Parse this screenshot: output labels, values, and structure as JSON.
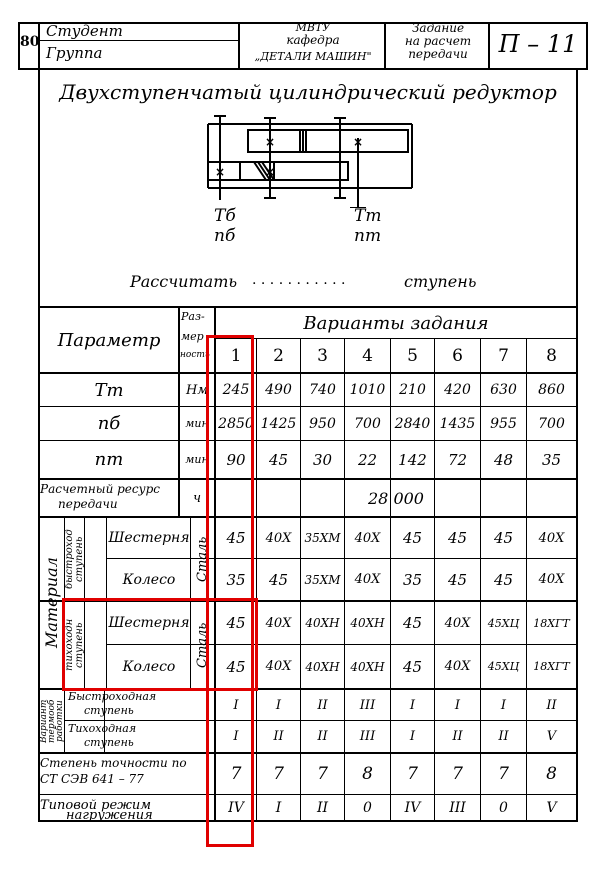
{
  "header": {
    "page_number": "80",
    "student_label": "Студент",
    "group_label": "Группа",
    "institute": "МВТУ",
    "department": "кафедра",
    "department_name": "„ДЕТАЛИ МАШИН\"",
    "task_line1": "Задание",
    "task_line2": "на расчет",
    "task_line3": "передачи",
    "task_code": "П – 11"
  },
  "scheme": {
    "title": "Двухступенчатый цилиндрический редуктор",
    "fast_torque": "Tб",
    "fast_speed": "nб",
    "slow_torque": "Tт",
    "slow_speed": "nт",
    "calc_prefix": "Рассчитать",
    "calc_dots": ". . . . . . . . . . .",
    "calc_suffix": "ступень"
  },
  "table": {
    "param_header": "Параметр",
    "dim_header_1": "Раз-",
    "dim_header_2": "мер",
    "dim_header_3": "ность",
    "variants_header": "Варианты задания",
    "variants": [
      "1",
      "2",
      "3",
      "4",
      "5",
      "6",
      "7",
      "8"
    ],
    "rows": [
      {
        "param": "Tт",
        "unit": "Нм",
        "values": [
          "245",
          "490",
          "740",
          "1010",
          "210",
          "420",
          "630",
          "860"
        ]
      },
      {
        "param": "nб",
        "unit": "мин",
        "values": [
          "2850",
          "1425",
          "950",
          "700",
          "2840",
          "1435",
          "955",
          "700"
        ]
      },
      {
        "param": "nт",
        "unit": "мин",
        "values": [
          "90",
          "45",
          "30",
          "22",
          "142",
          "72",
          "48",
          "35"
        ]
      }
    ],
    "resource": {
      "label_1": "Расчетный ресурс",
      "label_2": "передачи",
      "unit": "ч",
      "value": "28 000"
    },
    "material_label": "Материал",
    "steel_label": "Сталь",
    "fast_stage_label_1": "быстроход",
    "fast_stage_label_2": "ступень",
    "slow_stage_label_1": "тихоходн",
    "slow_stage_label_2": "ступень",
    "material_rows": [
      {
        "part": "Шестерня",
        "values": [
          "45",
          "40Х",
          "35ХМ",
          "40Х",
          "45",
          "45",
          "45",
          "40Х"
        ]
      },
      {
        "part": "Колесо",
        "values": [
          "35",
          "45",
          "35ХМ",
          "40Х",
          "35",
          "45",
          "45",
          "40Х"
        ]
      },
      {
        "part": "Шестерня",
        "values": [
          "45",
          "40Х",
          "40ХН",
          "40ХН",
          "45",
          "40Х",
          "45ХЦ",
          "18ХГТ"
        ]
      },
      {
        "part": "Колесо",
        "values": [
          "45",
          "40Х",
          "40ХН",
          "40ХН",
          "45",
          "40Х",
          "45ХЦ",
          "18ХГТ"
        ]
      }
    ],
    "heat_label_1": "Вариант",
    "heat_label_2": "термооб",
    "heat_label_3": "работки",
    "heat_rows": [
      {
        "stage_1": "Быстроходная",
        "stage_2": "ступень",
        "values": [
          "I",
          "I",
          "II",
          "III",
          "I",
          "I",
          "I",
          "II"
        ]
      },
      {
        "stage_1": "Тихоходная",
        "stage_2": "ступень",
        "values": [
          "I",
          "II",
          "II",
          "III",
          "I",
          "II",
          "II",
          "V"
        ]
      }
    ],
    "accuracy": {
      "label_1": "Степень точности по",
      "label_2": "СТ СЭВ 641 – 77",
      "values": [
        "7",
        "7",
        "7",
        "8",
        "7",
        "7",
        "7",
        "8"
      ]
    },
    "load_mode": {
      "label_1": "Типовой режим",
      "label_2": "нагружения",
      "values": [
        "IV",
        "I",
        "II",
        "0",
        "IV",
        "III",
        "0",
        "V"
      ]
    }
  },
  "colors": {
    "highlight": "#e00000",
    "ink": "#000000",
    "paper": "#ffffff"
  }
}
